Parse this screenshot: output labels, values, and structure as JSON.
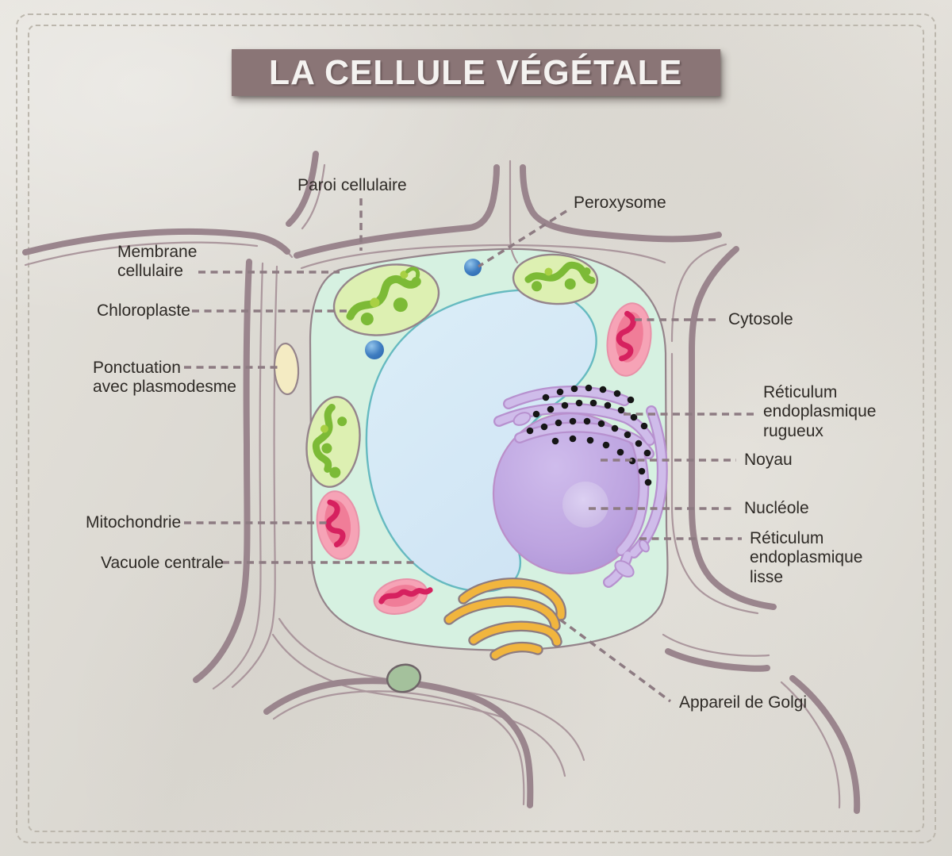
{
  "title": "LA CELLULE VÉGÉTALE",
  "labels": {
    "paroi": "Paroi cellulaire",
    "peroxysome": "Peroxysome",
    "membrane": "Membrane\ncellulaire",
    "chloroplaste": "Chloroplaste",
    "ponctuation": "Ponctuation\navec plasmodesme",
    "mitochondrie": "Mitochondrie",
    "vacuole": "Vacuole centrale",
    "cytosole": "Cytosole",
    "rer": "Réticulum\nendoplasmique\nrugueux",
    "noyau": "Noyau",
    "nucleole": "Nucléole",
    "rel": "Réticulum\nendoplasmique\nlisse",
    "golgi": "Appareil de Golgi"
  },
  "colors": {
    "paper": "#e1ded7",
    "frame": "#bcb7ad",
    "banner": "#8a7576",
    "banner_text": "#f4f2f0",
    "text": "#2e2a26",
    "leader": "#8d7b82",
    "wall": "#9a858d",
    "wall_thin": "#ab979d",
    "mint": "#d6f1e1",
    "mint_line": "#95848b",
    "vacuole": "#d4e9f6",
    "vacuole_line": "#66bac0",
    "nucleus_line": "#bb8fc9",
    "er": "#cfbcea",
    "er_line": "#b791cf",
    "ribosome": "#161616",
    "golgi": "#f1b53e",
    "golgi_line": "#8d7b80",
    "chloro": "#ddf0b2",
    "chloro_dark": "#7cba36",
    "chloro_light": "#a9d043",
    "mito": "#f6a3b6",
    "mito_mid": "#f07d98",
    "mito_sq": "#d6215f",
    "mito_line": "#e891a8",
    "pit": "#f4ebc3",
    "green_oval": "#a4c19c",
    "green_oval_line": "#6f6468"
  }
}
